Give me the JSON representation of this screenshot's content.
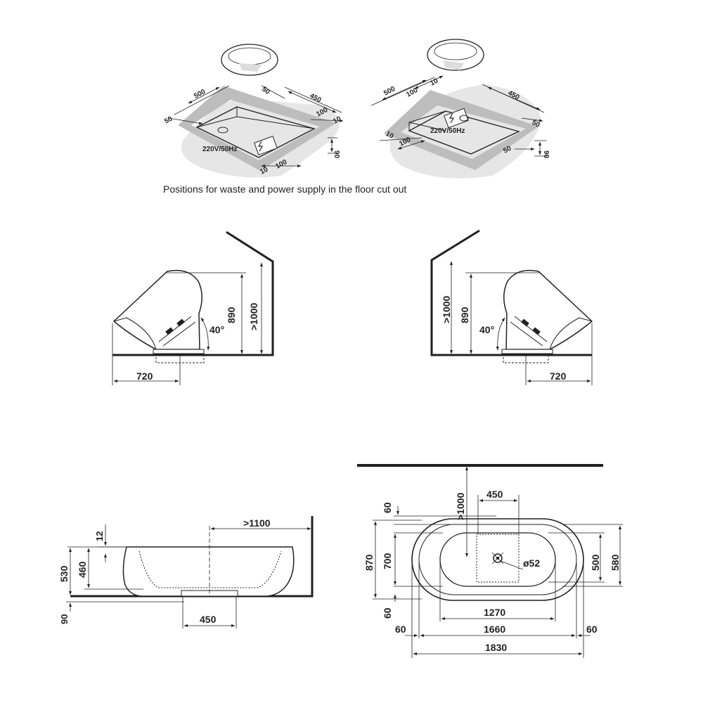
{
  "caption": "Positions for waste and power supply in the floor cut out",
  "power_label": "220V/50Hz",
  "colors": {
    "ink": "#231f20",
    "band": "#bdbdbd",
    "floor": "#e6e6e6"
  },
  "cutout_left": {
    "dim_500": "500",
    "dim_50_a": "50",
    "dim_50_b": "50",
    "dim_450": "450",
    "dim_100_a": "100",
    "dim_10_a": "10",
    "dim_90": "90",
    "dim_10_b": "10",
    "dim_100_b": "100"
  },
  "cutout_right": {
    "dim_500": "500",
    "dim_100_a": "100",
    "dim_10_a": "10",
    "dim_450": "450",
    "dim_50_a": "50",
    "dim_10_b": "10",
    "dim_100_b": "100",
    "dim_50_b": "50",
    "dim_90": "90"
  },
  "tilt_left": {
    "dim_890": "890",
    "dim_1000": ">1000",
    "angle": "40°",
    "dim_720": "720"
  },
  "tilt_right": {
    "dim_890": "890",
    "dim_1000": ">1000",
    "angle": "40°",
    "dim_720": "720"
  },
  "side_view": {
    "dim_1100": ">1100",
    "dim_12": "12",
    "dim_530": "530",
    "dim_460": "460",
    "dim_90": "90",
    "dim_450": "450"
  },
  "plan_view": {
    "dim_1000": ">1000",
    "dim_450": "450",
    "dim_60_top": "60",
    "dim_870": "870",
    "dim_700": "700",
    "dim_60_bottom": "60",
    "dim_500": "500",
    "dim_580": "580",
    "dim_d52": "ø52",
    "dim_1270": "1270",
    "dim_60_left": "60",
    "dim_1660": "1660",
    "dim_60_right": "60",
    "dim_1830": "1830"
  }
}
